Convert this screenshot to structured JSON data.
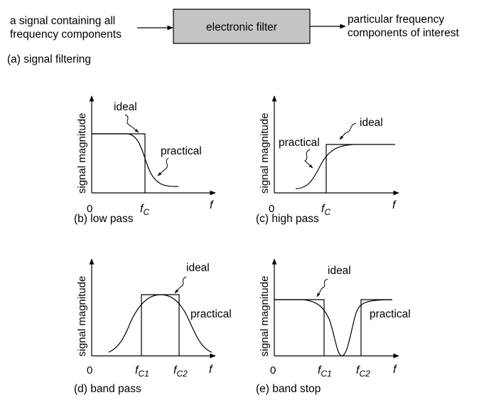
{
  "header": {
    "input_label": [
      "a signal containing all",
      "frequency components"
    ],
    "filter_box_label": "electronic filter",
    "output_label": [
      "particular frequency",
      "components of interest"
    ],
    "caption": "(a)  signal filtering"
  },
  "colors": {
    "filter_box_fill": "#c4c4c4",
    "ink": "#000000"
  },
  "common": {
    "y_axis_label": "signal magnitude",
    "origin": "0",
    "x_axis_symbol": "f"
  },
  "panels": {
    "low_pass": {
      "caption": "(b) low pass",
      "ideal_label": "ideal",
      "practical_label": "practical",
      "cutoff": {
        "main": "f",
        "sub": "C"
      }
    },
    "high_pass": {
      "caption": "(c) high pass",
      "ideal_label": "ideal",
      "practical_label": "practical",
      "cutoff": {
        "main": "f",
        "sub": "C"
      }
    },
    "band_pass": {
      "caption": "(d) band pass",
      "ideal_label": "ideal",
      "practical_label": "practical",
      "cutoff1": {
        "main": "f",
        "sub": "C1"
      },
      "cutoff2": {
        "main": "f",
        "sub": "C2"
      }
    },
    "band_stop": {
      "caption": "(e) band stop",
      "ideal_label": "ideal",
      "practical_label": "practical",
      "cutoff1": {
        "main": "f",
        "sub": "C1"
      },
      "cutoff2": {
        "main": "f",
        "sub": "C2"
      }
    }
  }
}
